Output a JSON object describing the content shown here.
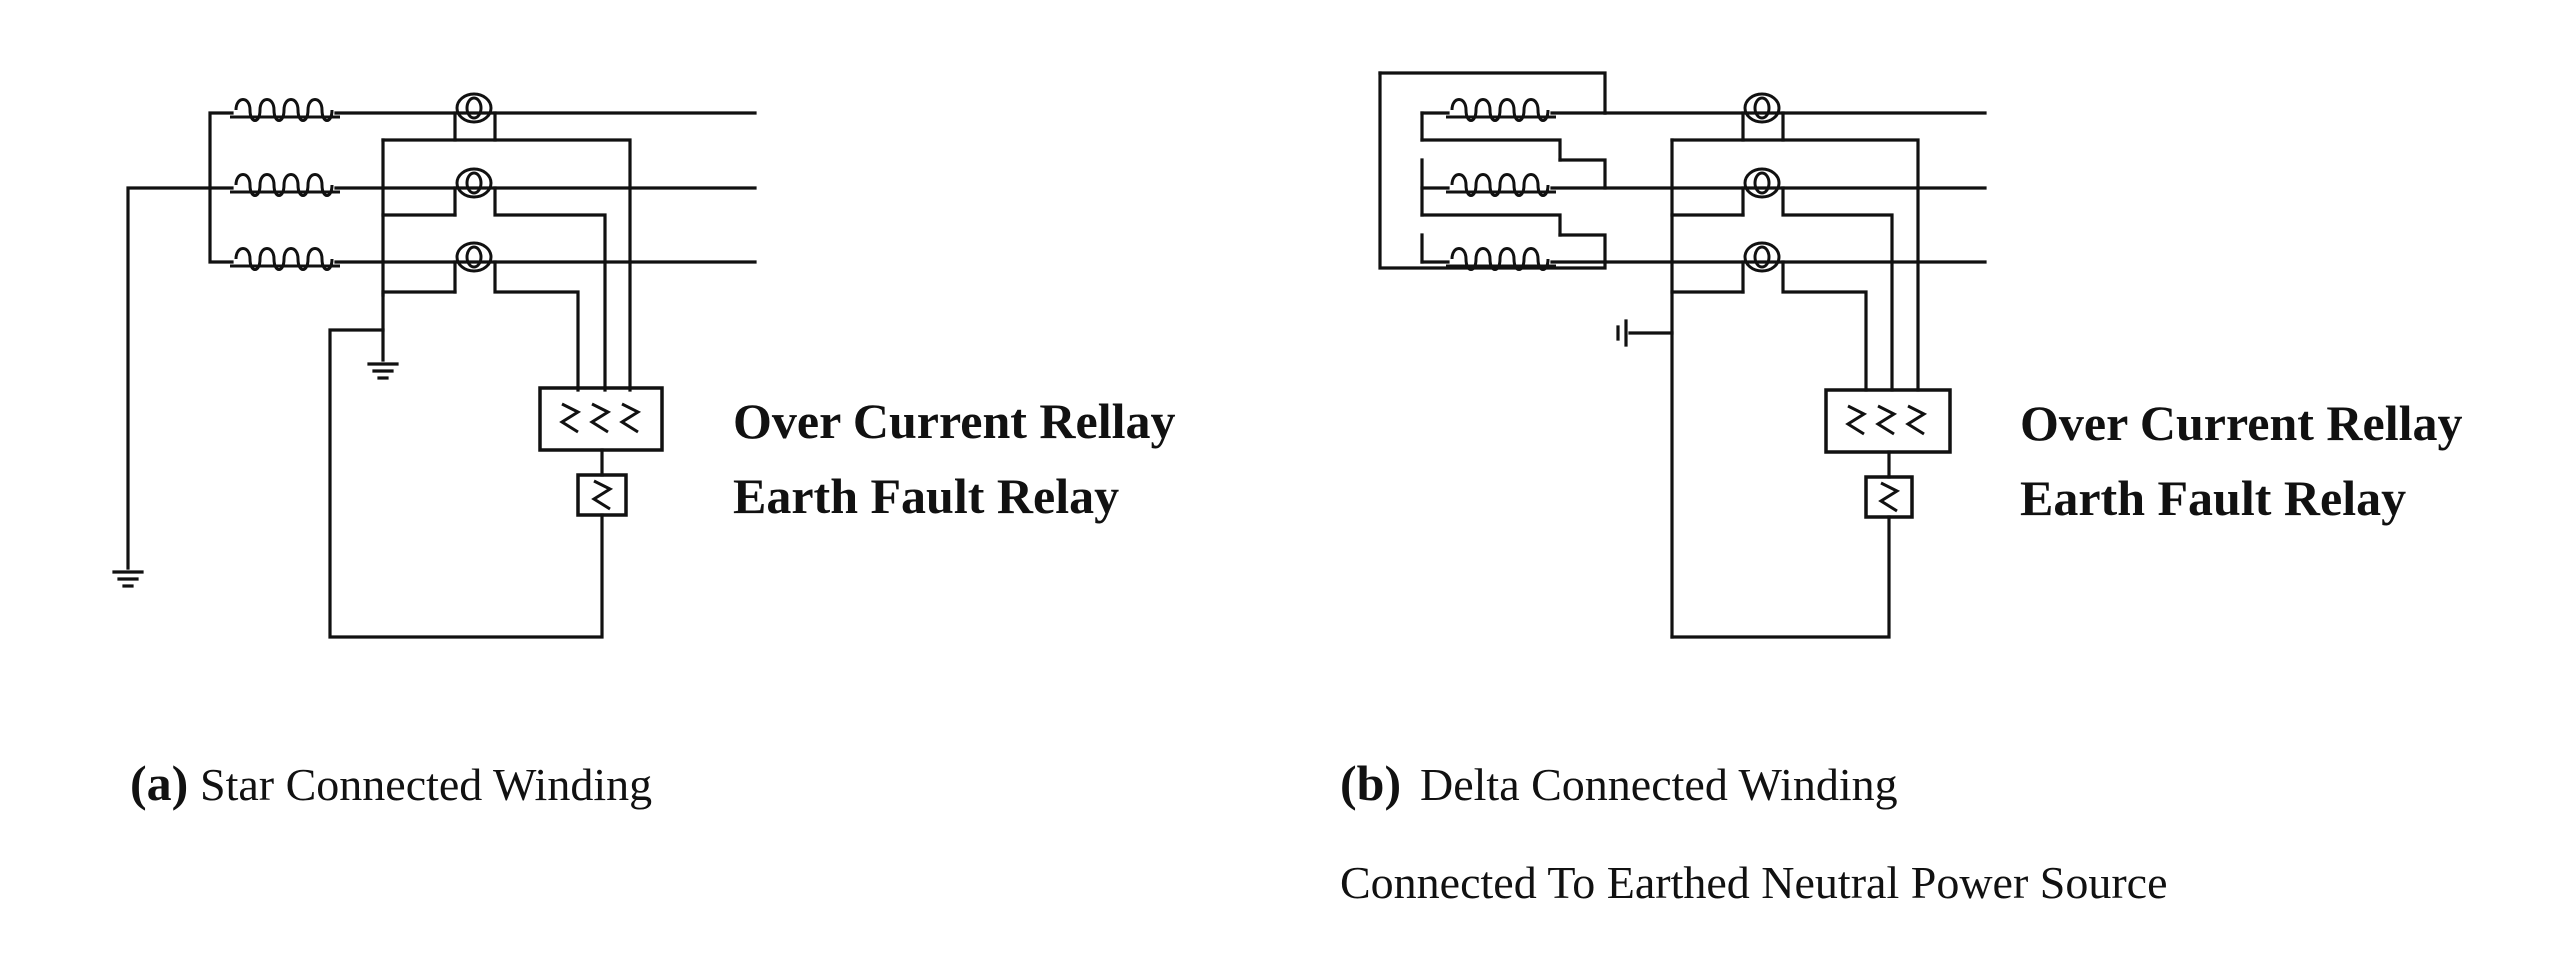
{
  "panel_a": {
    "over_current_label": "Over Current Rellay",
    "earth_fault_label": "Earth Fault Relay",
    "caption_letter": "(a)",
    "caption_text": "Star Connected Winding"
  },
  "panel_b": {
    "over_current_label": "Over Current Rellay",
    "earth_fault_label": "Earth Fault Relay",
    "caption_letter": "(b)",
    "caption_text": "Delta Connected Winding",
    "subcaption": "Connected To Earthed Neutral Power Source"
  }
}
